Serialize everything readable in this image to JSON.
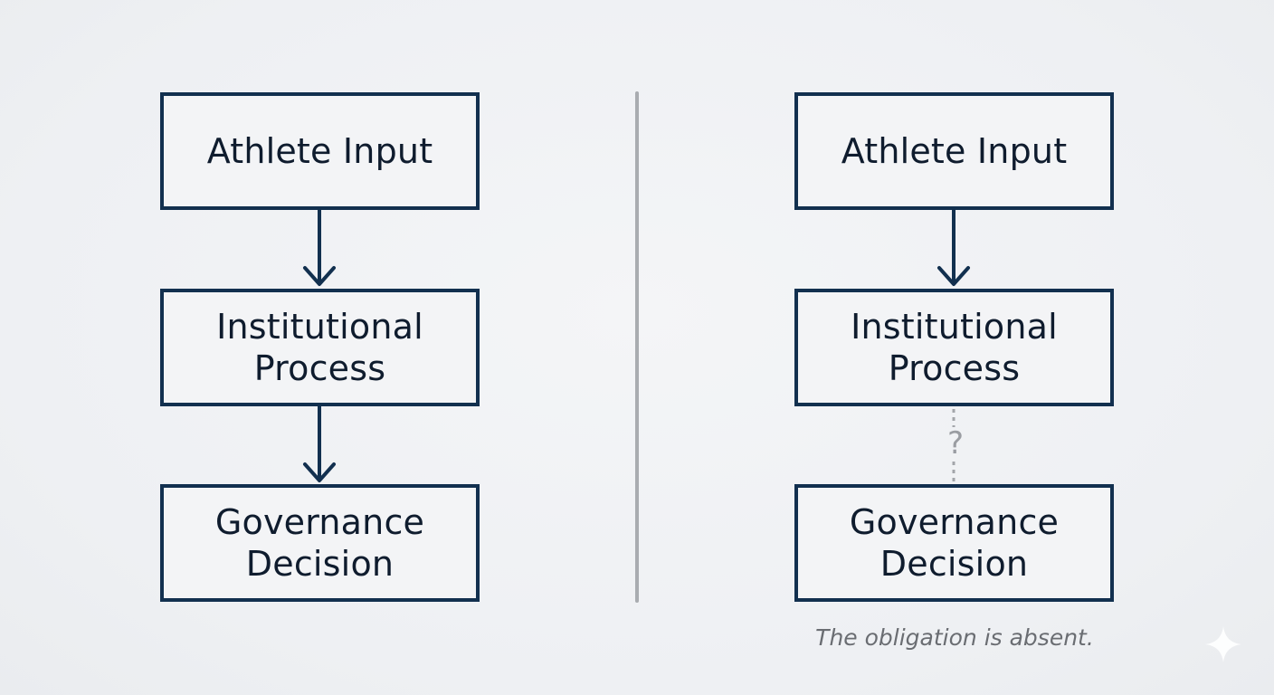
{
  "left_flow": {
    "box1": "Athlete Input",
    "box2": "Institutional\nProcess",
    "box3": "Governance\nDecision"
  },
  "right_flow": {
    "box1": "Athlete Input",
    "box2": "Institutional\nProcess",
    "box3": "Governance\nDecision",
    "missing_link_marker": "?",
    "caption": "The obligation is absent."
  },
  "colors": {
    "box_border": "#12304f",
    "arrow": "#12304f",
    "divider": "#a9acb0",
    "dotted_link": "#a3a6aa",
    "background": "#eff1f4"
  },
  "icons": {
    "sparkle": "sparkle-icon"
  }
}
